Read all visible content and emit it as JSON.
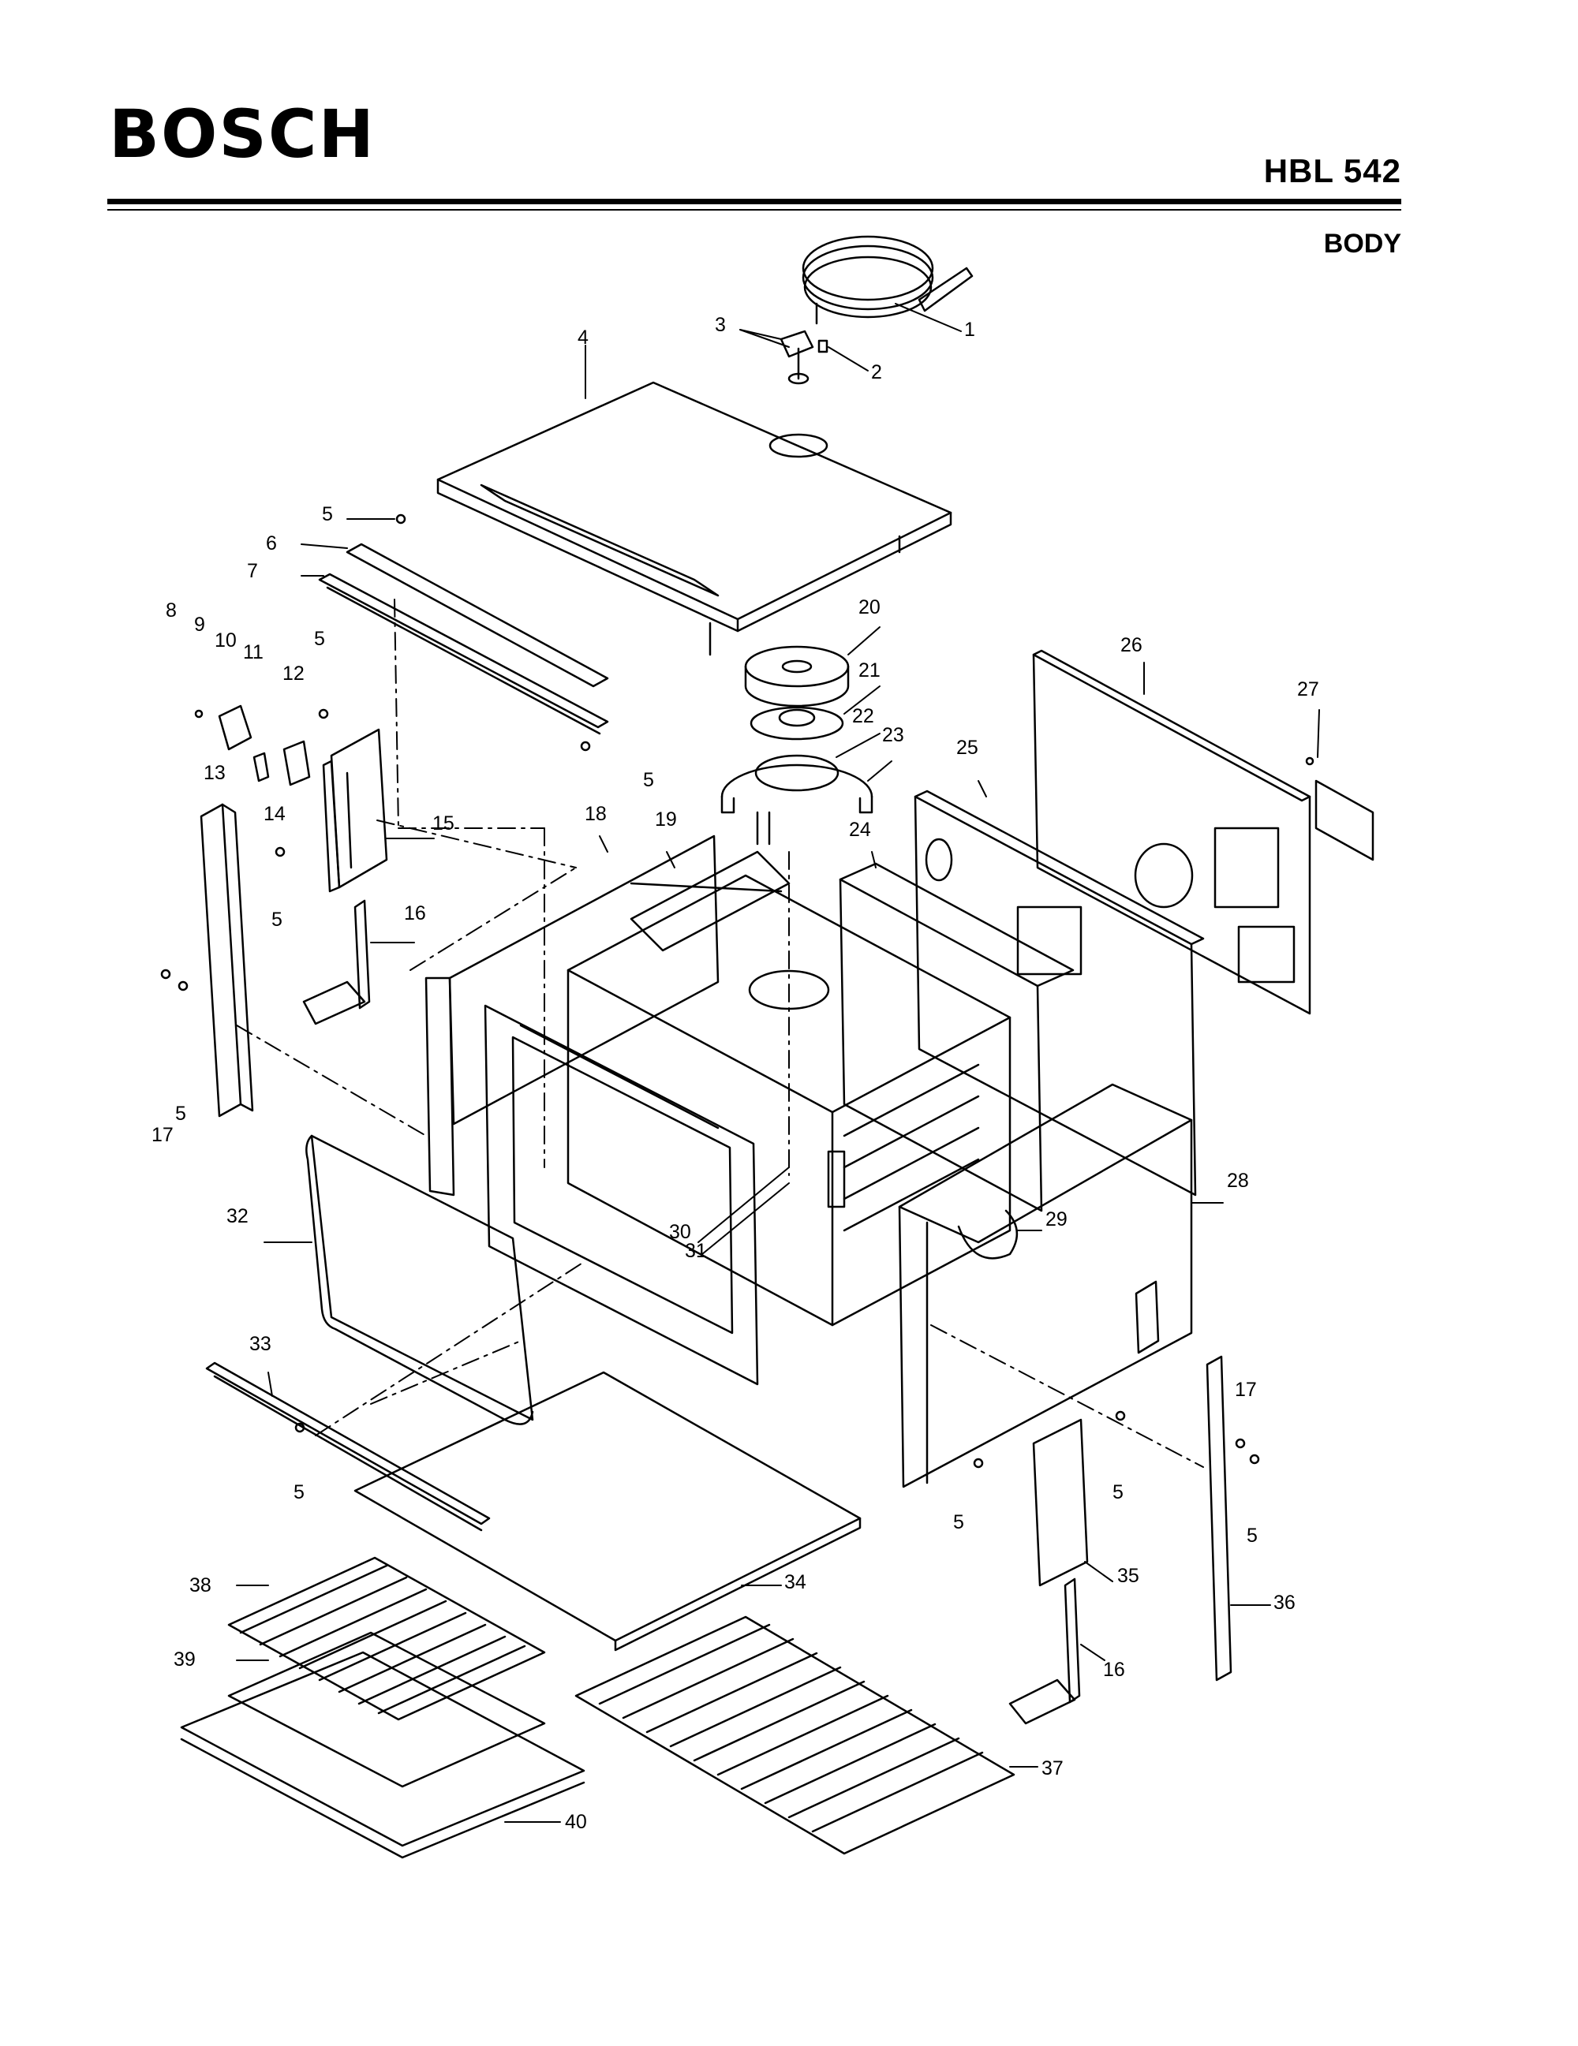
{
  "header": {
    "brand": "BOSCH",
    "model": "HBL 542",
    "section": "BODY"
  },
  "callouts": {
    "c1": "1",
    "c2": "2",
    "c3": "3",
    "c4": "4",
    "c5": "5",
    "c6": "6",
    "c7": "7",
    "c8": "8",
    "c9": "9",
    "c10": "10",
    "c11": "11",
    "c12": "12",
    "c13": "13",
    "c14": "14",
    "c15": "15",
    "c16": "16",
    "c17": "17",
    "c18": "18",
    "c19": "19",
    "c20": "20",
    "c21": "21",
    "c22": "22",
    "c23": "23",
    "c24": "24",
    "c25": "25",
    "c26": "26",
    "c27": "27",
    "c28": "28",
    "c29": "29",
    "c30": "30",
    "c31": "31",
    "c32": "32",
    "c33": "33",
    "c34": "34",
    "c35": "35",
    "c36": "36",
    "c37": "37",
    "c38": "38",
    "c39": "39",
    "c40": "40"
  }
}
